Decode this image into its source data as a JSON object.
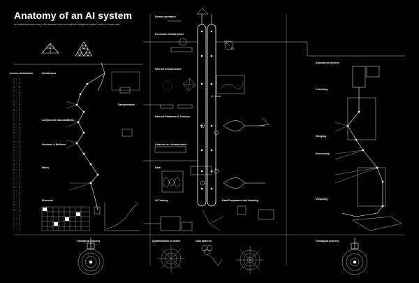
{
  "poster": {
    "title": "Anatomy of an AI system",
    "subtitle": "An anatomical case study of the Amazon echo as a artificial intelligence system made of human labor"
  },
  "left_panel": {
    "column_header": "Income distribution",
    "sections": [
      "Distributors",
      "Smelters & Refiners",
      "Component manufacturers",
      "Mines"
    ],
    "side_sections": [
      "Transportation"
    ],
    "bottom_label": "Elements",
    "bottom_process": "Geological process"
  },
  "center_panel": {
    "sections": [
      "Human operators",
      "Economic infrastructure",
      "Internet infrastructure",
      "Internet Platforms & Services",
      "Amazon Inc. Infrastructure",
      "Data",
      "AI Training",
      "Data Preparation and Labeling",
      "Quantification of nature",
      "Data patterns"
    ],
    "ids": [
      "AI / Model"
    ]
  },
  "right_panel": {
    "sections": [
      "Abandoned devices",
      "Collecting",
      "Shipping",
      "Recovering",
      "Disposing"
    ],
    "bottom_process": "Geological process"
  },
  "colors": {
    "background": "#000000",
    "line": "#ffffff",
    "accent": "#c8c8c8"
  }
}
